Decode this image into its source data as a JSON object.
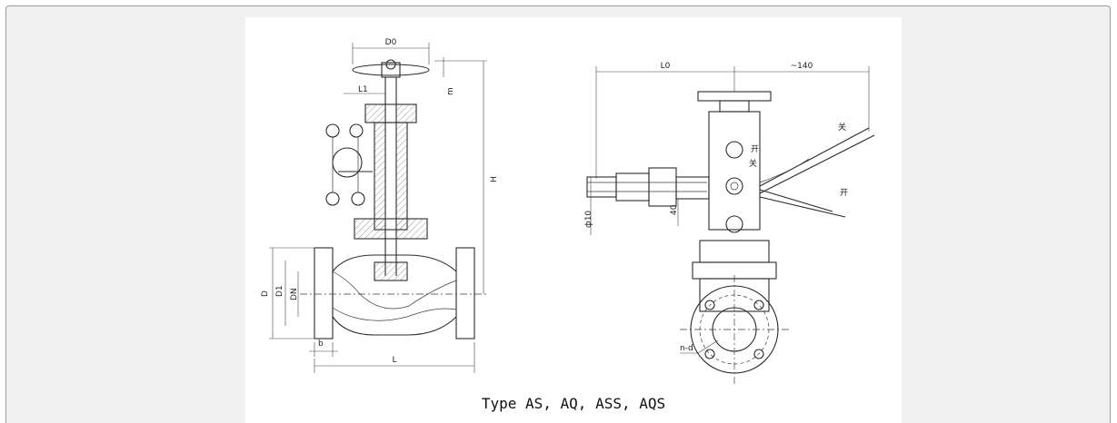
{
  "caption": "Type AS, AQ, ASS, AQS",
  "left_view": {
    "labels": {
      "d0": "D0",
      "m": "m",
      "l1": "L1",
      "h": "H",
      "d": "D",
      "d1": "D1",
      "dn": "DN",
      "b": "b",
      "l": "L"
    }
  },
  "right_view": {
    "labels": {
      "l0": "L0",
      "len140": "~140",
      "close_top": "关",
      "open_1": "开",
      "close_2": "关",
      "open_2": "开",
      "phi10": "ф10",
      "dim40": "40",
      "nd": "n-d"
    }
  }
}
